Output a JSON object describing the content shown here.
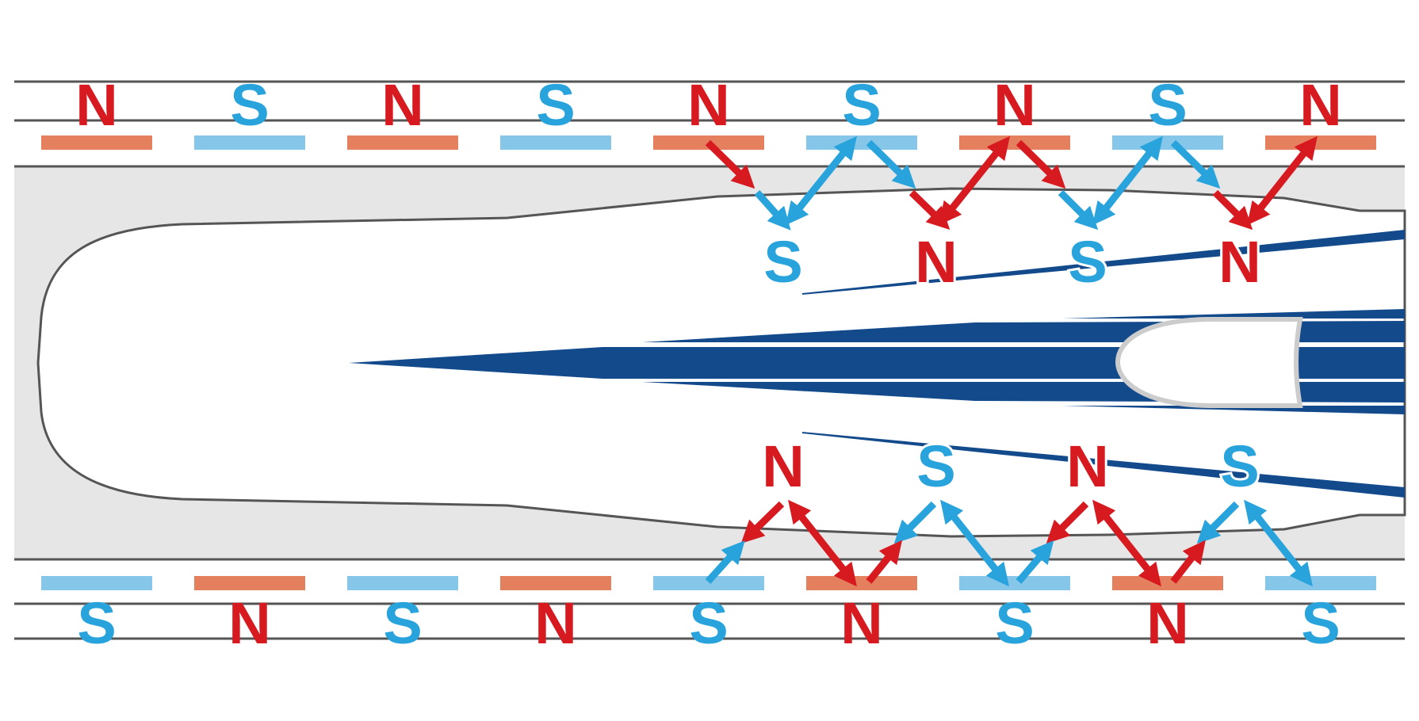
{
  "colors": {
    "background": "#ffffff",
    "track_fill": "#e6e6e6",
    "line": "#555555",
    "north_text": "#d71920",
    "south_text": "#29a3dc",
    "north_coil": "#e5805f",
    "south_coil": "#86c6e8",
    "north_arrow": "#d71920",
    "south_arrow": "#29a3dc",
    "train_stripes": "#134a8c"
  },
  "top_guideway_labels": [
    "N",
    "S",
    "N",
    "S",
    "N",
    "S",
    "N",
    "S",
    "N"
  ],
  "bottom_guideway_labels": [
    "S",
    "N",
    "S",
    "N",
    "S",
    "N",
    "S",
    "N",
    "S"
  ],
  "train_upper_pole_labels": [
    "S",
    "N",
    "S",
    "N"
  ],
  "train_lower_pole_labels": [
    "N",
    "S",
    "N",
    "S"
  ],
  "arrow_icon": "double-headed-arrow-icon",
  "train_icon": "maglev-train-icon"
}
